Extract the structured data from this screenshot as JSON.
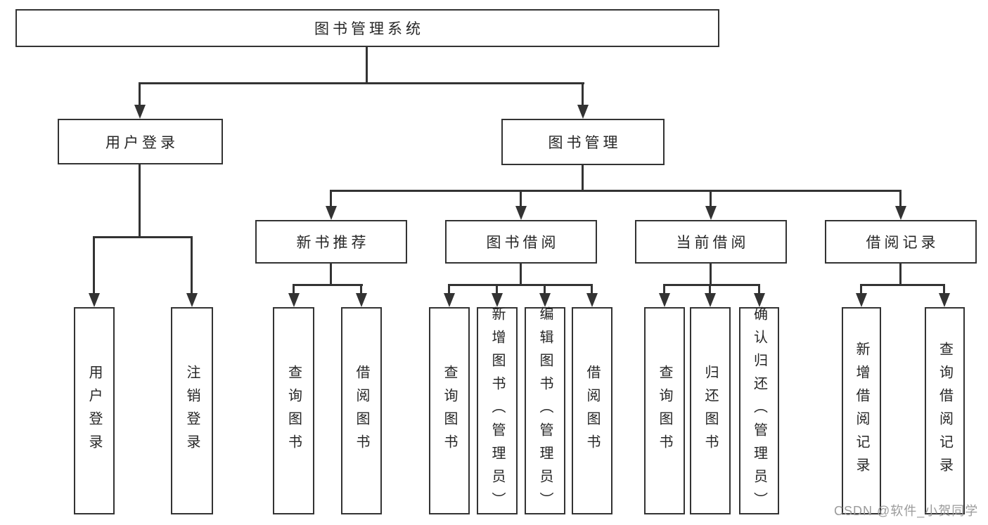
{
  "nodes": {
    "root": {
      "label": "图书管理系统"
    },
    "user_login": {
      "label": "用户登录"
    },
    "book_mgmt": {
      "label": "图书管理"
    },
    "new_book": {
      "label": "新书推荐"
    },
    "book_borrow": {
      "label": "图书借阅"
    },
    "current_borrow": {
      "label": "当前借阅"
    },
    "borrow_record": {
      "label": "借阅记录"
    },
    "leaves": {
      "login": {
        "label": "用户登录"
      },
      "logout": {
        "label": "注销登录"
      },
      "nb_query": {
        "label": "查询图书"
      },
      "nb_borrow": {
        "label": "借阅图书"
      },
      "bb_query": {
        "label": "查询图书"
      },
      "bb_add": {
        "label": "新增图书（管理员）"
      },
      "bb_edit": {
        "label": "编辑图书（管理员）"
      },
      "bb_borrow": {
        "label": "借阅图书"
      },
      "cb_query": {
        "label": "查询图书"
      },
      "cb_return": {
        "label": "归还图书"
      },
      "cb_confirm": {
        "label": "确认归还（管理员）"
      },
      "br_add": {
        "label": "新增借阅记录"
      },
      "br_query": {
        "label": "查询借阅记录"
      }
    }
  },
  "watermark": {
    "text": "CSDN @软件_小贺同学"
  },
  "colors": {
    "line": "#333333",
    "text": "#262626",
    "watermark": "#9b9b9b",
    "background": "#ffffff"
  }
}
